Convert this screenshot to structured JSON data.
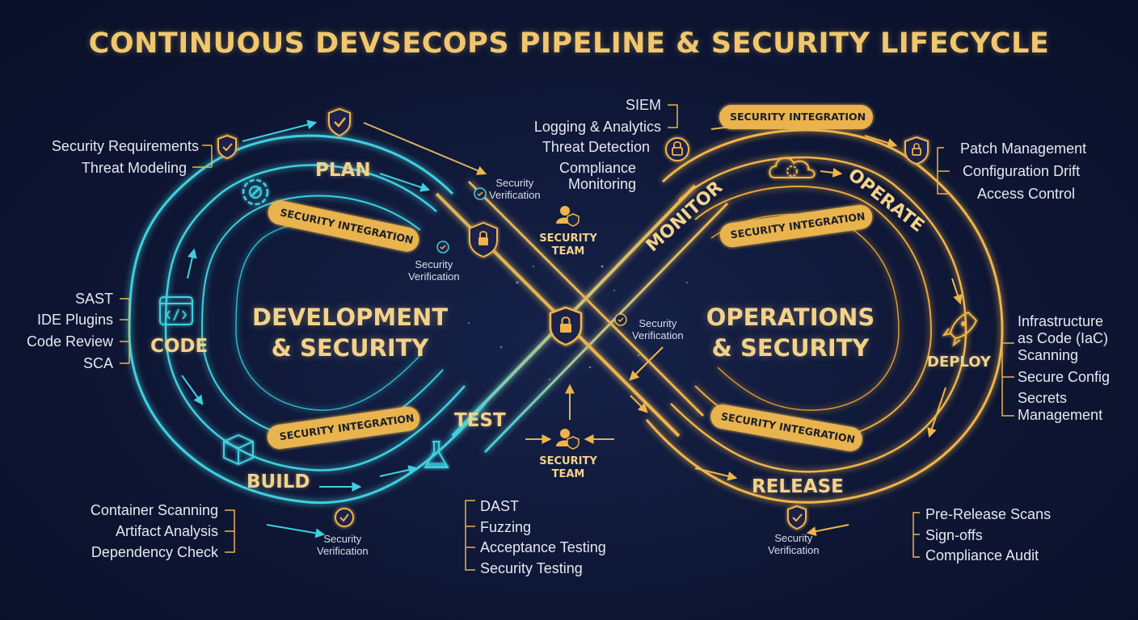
{
  "title": "CONTINUOUS DEVSECOPS PIPELINE & SECURITY LIFECYCLE",
  "center": {
    "left": [
      "DEVELOPMENT",
      "& SECURITY"
    ],
    "right": [
      "OPERATIONS",
      "& SECURITY"
    ]
  },
  "stages": {
    "plan": "PLAN",
    "code": "CODE",
    "build": "BUILD",
    "test": "TEST",
    "release": "RELEASE",
    "deploy": "DEPLOY",
    "operate": "OPERATE",
    "monitor": "MONITOR"
  },
  "band_label": "SECURITY INTEGRATION",
  "verification": [
    "Security",
    "Verification"
  ],
  "team": [
    "SECURITY",
    "TEAM"
  ],
  "labels": {
    "plan": [
      "Security Requirements",
      "Threat Modeling"
    ],
    "code": [
      "SAST",
      "IDE Plugins",
      "Code Review",
      "SCA"
    ],
    "build": [
      "Container Scanning",
      "Artifact Analysis",
      "Dependency Check"
    ],
    "test": [
      "DAST",
      "Fuzzing",
      "Acceptance Testing",
      "Security Testing"
    ],
    "monitor": [
      "SIEM",
      "Logging & Analytics",
      "Threat Detection",
      "Compliance",
      "Monitoring"
    ],
    "operate": [
      "Patch Management",
      "Configuration Drift",
      "Access Control"
    ],
    "deploy": [
      "Infrastructure",
      "as Code (IaC)",
      "Scanning",
      "Secure Config",
      "Secrets",
      "Management"
    ],
    "release": [
      "Pre-Release Scans",
      "Sign-offs",
      "Compliance Audit"
    ]
  },
  "colors": {
    "teal": "#3fd0df",
    "gold": "#f0b44a",
    "text": "#f3d28a",
    "bg": "#0d1530"
  },
  "icons": [
    "shield-check-icon",
    "gear-wrench-icon",
    "code-window-icon",
    "package-box-icon",
    "flask-icon",
    "lock-shield-icon",
    "padlock-icon",
    "user-shield-icon",
    "cloud-gear-icon",
    "rocket-icon",
    "check-badge-icon"
  ]
}
